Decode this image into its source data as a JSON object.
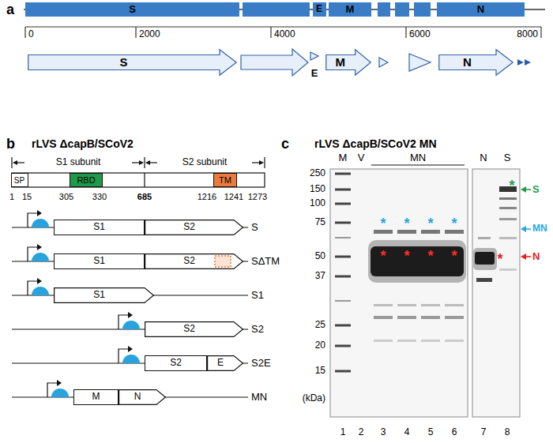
{
  "diagram": {
    "nodes": [
      {
        "text": [
          "S"
        ]
      },
      {
        "text": [
          "E"
        ]
      },
      {
        "text": [
          "M"
        ]
      },
      {
        "text": [
          "N"
        ]
      },
      {
        "text": [
          "S"
        ]
      },
      {
        "text": [
          "E"
        ]
      },
      {
        "text": [
          "M"
        ]
      },
      {
        "text": [
          "N"
        ]
      },
      {
        "text": [
          "SP"
        ]
      },
      {
        "text": [
          "RBD"
        ]
      },
      {
        "text": [
          "TM"
        ]
      },
      {
        "text": [
          "S1"
        ]
      },
      {
        "text": [
          "S2"
        ]
      },
      {
        "text": [
          "S1"
        ]
      },
      {
        "text": [
          "S2"
        ]
      },
      {
        "text": [
          "S1"
        ]
      },
      {
        "text": [
          "S2"
        ]
      },
      {
        "text": [
          "S2"
        ]
      },
      {
        "text": [
          "E"
        ]
      },
      {
        "text": [
          "M"
        ]
      },
      {
        "text": [
          "N"
        ]
      }
    ],
    "labels": [
      "a",
      "b",
      "c",
      "0",
      "2000",
      "4000",
      "6000",
      "8000",
      "rLVS ΔcapB/SCoV2",
      "S1 subunit",
      "S2 subunit",
      "1",
      "15",
      "305",
      "330",
      "685",
      "1216",
      "1241",
      "1273",
      "S",
      "SΔTM",
      "S1",
      "S2",
      "S2E",
      "MN",
      "rLVS ΔcapB/SCoV2 MN",
      "M",
      "V",
      "MN",
      "N",
      "S",
      "250",
      "150",
      "100",
      "75",
      "50",
      "37",
      "25",
      "20",
      "15",
      "(kDa)",
      "1",
      "2",
      "3",
      "4",
      "5",
      "6",
      "7",
      "8",
      "*",
      "*",
      "*",
      "*",
      "*",
      "*",
      "*",
      "*",
      "*",
      "*",
      "S",
      "MN",
      "N"
    ]
  }
}
